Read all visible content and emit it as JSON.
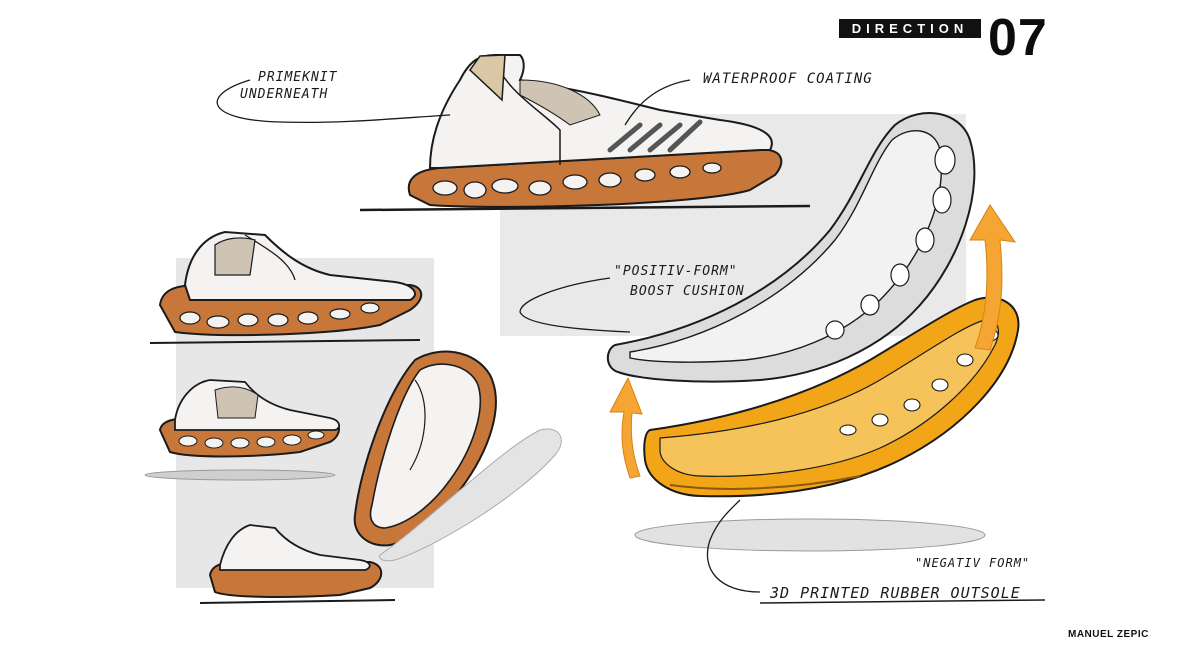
{
  "header": {
    "label": "DIRECTION",
    "number": "07"
  },
  "annotations": {
    "primeknit_line1": "PRIMEKNIT",
    "primeknit_line2": "UNDERNEATH",
    "waterproof": "WATERPROOF COATING",
    "positiv_line1": "\"POSITIV-FORM\"",
    "positiv_line2": "BOOST CUSHION",
    "negativ": "\"NEGATIV FORM\"",
    "outsole": "3D PRINTED RUBBER OUTSOLE"
  },
  "author": "MANUEL ZEPIC",
  "colors": {
    "sketch_line": "#1b1b1b",
    "outsole_orange": "#c8773a",
    "cushion_yellow": "#f2a516",
    "arrow_orange": "#f5a534",
    "panel_gray": "#e6e6e6",
    "upper_white": "#f4f3f1"
  }
}
